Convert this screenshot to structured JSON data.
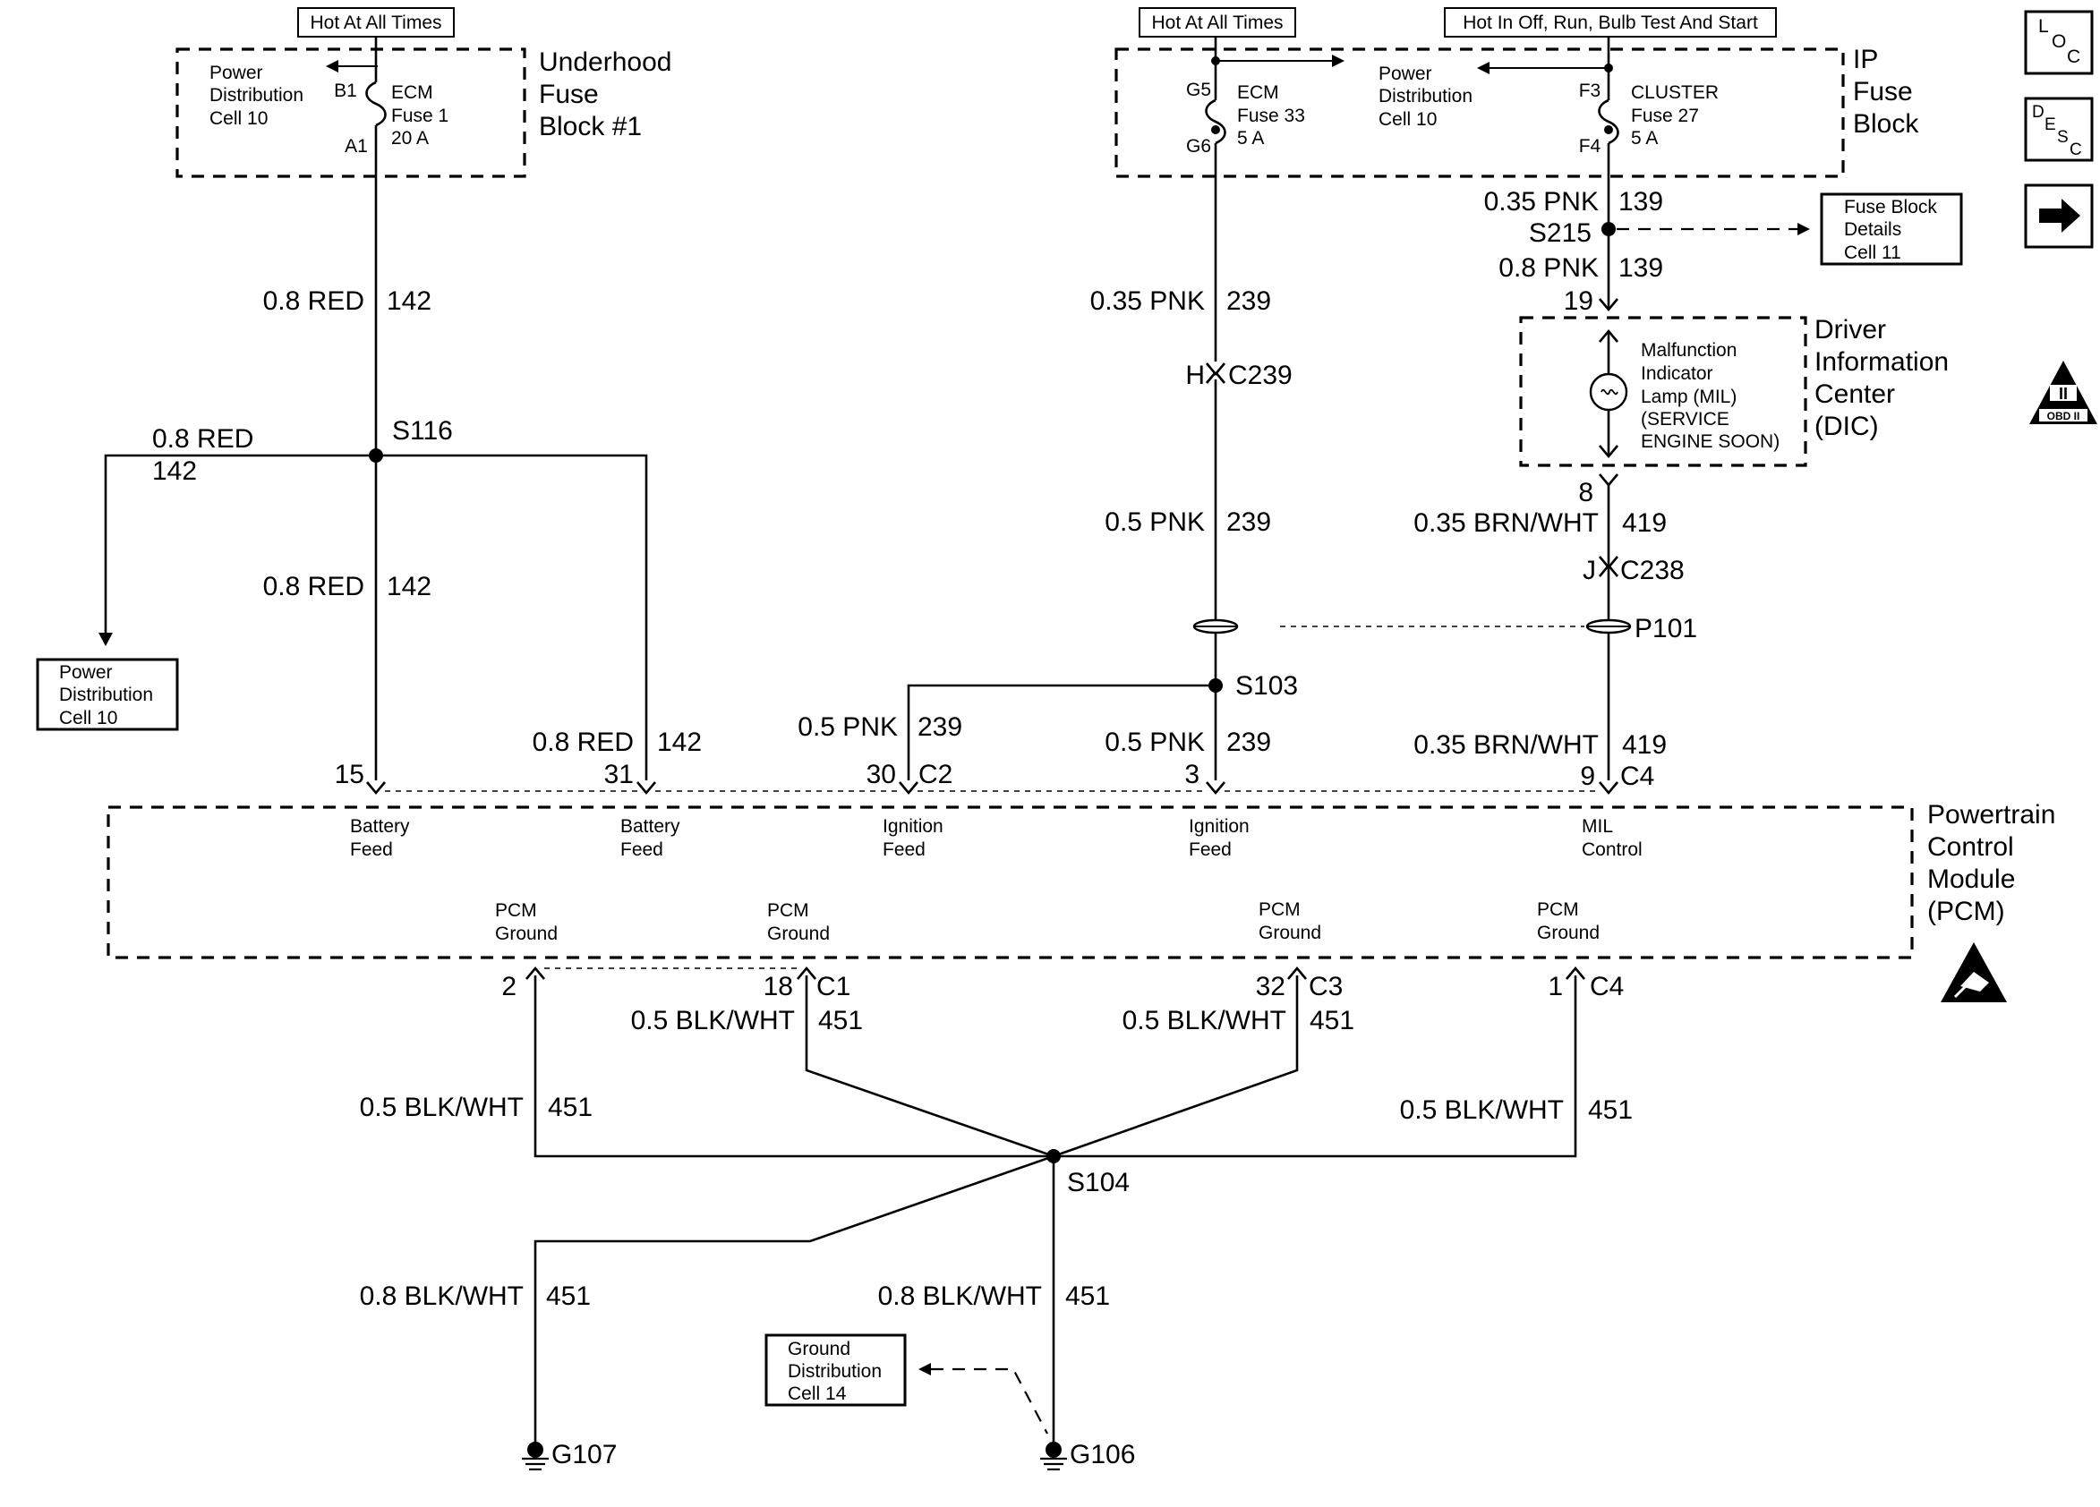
{
  "power": {
    "hot_all_times_1": "Hot At All Times",
    "hot_all_times_2": "Hot At All Times",
    "hot_in_off_run": "Hot In Off, Run, Bulb Test And Start"
  },
  "underhood": {
    "title": [
      "Underhood",
      "Fuse",
      "Block #1"
    ],
    "power_dist": [
      "Power",
      "Distribution",
      "Cell 10"
    ],
    "fuse_lines": [
      "ECM",
      "Fuse 1",
      "20 A"
    ],
    "pin_in": "B1",
    "pin_out": "A1"
  },
  "ip_fuse": {
    "title": [
      "IP",
      "Fuse",
      "Block"
    ],
    "power_dist": [
      "Power",
      "Distribution",
      "Cell 10"
    ],
    "ecm_fuse": [
      "ECM",
      "Fuse 33",
      "5 A"
    ],
    "cluster_fuse": [
      "CLUSTER",
      "Fuse 27",
      "5 A"
    ],
    "pins": {
      "g5": "G5",
      "g6": "G6",
      "f3": "F3",
      "f4": "F4"
    }
  },
  "refs": {
    "fuse_block_details": [
      "Fuse Block",
      "Details",
      "Cell 11"
    ],
    "power_dist_left": [
      "Power",
      "Distribution",
      "Cell 10"
    ],
    "ground_dist": [
      "Ground",
      "Distribution",
      "Cell 14"
    ]
  },
  "dic": {
    "title": [
      "Driver",
      "Information",
      "Center",
      "(DIC)"
    ],
    "lamp": [
      "Malfunction",
      "Indicator",
      "Lamp (MIL)",
      "(SERVICE",
      "ENGINE SOON)"
    ],
    "pin_in": "19",
    "pin_out": "8"
  },
  "pcm": {
    "title": [
      "Powertrain",
      "Control",
      "Module",
      "(PCM)"
    ],
    "feeds": {
      "battery1": [
        "Battery",
        "Feed"
      ],
      "battery2": [
        "Battery",
        "Feed"
      ],
      "ignition1": [
        "Ignition",
        "Feed"
      ],
      "ignition2": [
        "Ignition",
        "Feed"
      ],
      "mil": [
        "MIL",
        "Control"
      ]
    },
    "grounds": {
      "g1": [
        "PCM",
        "Ground"
      ],
      "g2": [
        "PCM",
        "Ground"
      ],
      "g3": [
        "PCM",
        "Ground"
      ],
      "g4": [
        "PCM",
        "Ground"
      ]
    }
  },
  "wires": {
    "red142_top": [
      "0.8 RED",
      "142"
    ],
    "red142_left": [
      "0.8 RED",
      "142"
    ],
    "red142_mid": [
      "0.8 RED",
      "142"
    ],
    "red142_right": [
      "0.8 RED",
      "142"
    ],
    "pnk239_top": [
      "0.35 PNK",
      "239"
    ],
    "pnk239_mid": [
      "0.5 PNK",
      "239"
    ],
    "pnk239_branch": [
      "0.5 PNK",
      "239"
    ],
    "pnk239_bottom": [
      "0.5 PNK",
      "239"
    ],
    "pnk139_a": [
      "0.35 PNK",
      "139"
    ],
    "pnk139_b": [
      "0.8 PNK",
      "139"
    ],
    "brn419_a": [
      "0.35 BRN/WHT",
      "419"
    ],
    "brn419_b": [
      "0.35 BRN/WHT",
      "419"
    ],
    "gnd451_left": [
      "0.5 BLK/WHT",
      "451"
    ],
    "gnd451_c1": [
      "0.5 BLK/WHT",
      "451"
    ],
    "gnd451_c3": [
      "0.5 BLK/WHT",
      "451"
    ],
    "gnd451_right": [
      "0.5 BLK/WHT",
      "451"
    ],
    "gnd451_g107": [
      "0.8 BLK/WHT",
      "451"
    ],
    "gnd451_g106": [
      "0.8 BLK/WHT",
      "451"
    ]
  },
  "splices": {
    "s116": "S116",
    "s215": "S215",
    "s103": "S103",
    "s104": "S104",
    "p101": "P101"
  },
  "connectors": {
    "c239": "C239",
    "c239_pin": "H",
    "c238": "C238",
    "c238_pin": "J",
    "top": {
      "p15": "15",
      "p31": "31",
      "p30": "30",
      "c2": "C2",
      "p3": "3",
      "p9": "9",
      "c4": "C4"
    },
    "bottom": {
      "p2": "2",
      "p18": "18",
      "c1": "C1",
      "p32": "32",
      "c3": "C3",
      "p1": "1",
      "c4": "C4"
    }
  },
  "grounds": {
    "g107": "G107",
    "g106": "G106"
  },
  "icons": {
    "loc": [
      "L",
      "O",
      "C"
    ],
    "desc": [
      "D",
      "E",
      "S",
      "C"
    ],
    "obd": [
      "II",
      "OBD II"
    ]
  }
}
